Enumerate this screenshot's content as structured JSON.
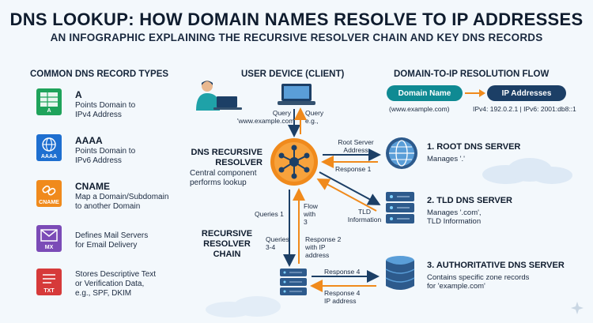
{
  "title": "DNS LOOKUP: HOW DOMAIN NAMES RESOLVE TO IP ADDRESSES",
  "subtitle": "AN INFOGRAPHIC EXPLAINING THE RECURSIVE RESOLVER CHAIN AND KEY DNS RECORDS",
  "records": {
    "heading": "COMMON DNS RECORD TYPES",
    "items": [
      {
        "name": "A",
        "icon_tag": "A",
        "desc1": "Points Domain to",
        "desc2": "IPv4 Address",
        "icon": "sheet-icon",
        "color": "#1fa35b"
      },
      {
        "name": "AAAA",
        "icon_tag": "AAAA",
        "desc1": "Points Domain to",
        "desc2": "IPv6 Address",
        "icon": "globe-icon",
        "color": "#1e6fd0"
      },
      {
        "name": "CNAME",
        "icon_tag": "CNAME",
        "desc1": "Map a Domain/Subdomain",
        "desc2": "to another Domain",
        "icon": "link-icon",
        "color": "#f08a1c"
      },
      {
        "name": "",
        "icon_tag": "MX",
        "desc1": "Defines Mail Servers",
        "desc2": "for Email Delivery",
        "icon": "envelope-icon",
        "color": "#7b4bb7"
      },
      {
        "name": "",
        "icon_tag": "TXT",
        "desc1": "Stores Descriptive Text",
        "desc2": "or Verification Data,",
        "desc3": "e.g., SPF, DKIM",
        "icon": "document-icon",
        "color": "#d63a3a"
      }
    ]
  },
  "client": {
    "heading": "USER DEVICE (CLIENT)",
    "query_left1": "Query",
    "query_left2": "'www.example.com'",
    "query_right1": "Query",
    "query_right2": "e.g.,"
  },
  "resolver": {
    "title1": "DNS RECURSIVE",
    "title2": "RESOLVER",
    "desc1": "Central component",
    "desc2": "performs lookup"
  },
  "chain": {
    "title1": "RECURSIVE",
    "title2": "RESOLVER",
    "title3": "CHAIN",
    "queries1": "Queries 1",
    "flow1": "Flow",
    "flow2": "with",
    "flow3": "3",
    "queries34a": "Queries",
    "queries34b": "3-4",
    "response2a": "Response 2",
    "response2b": "with IP",
    "response2c": "address",
    "response4a": "Response 4",
    "response4b": "Response 4",
    "response4c": "IP address"
  },
  "flow_head": {
    "heading": "DOMAIN-TO-IP RESOLUTION FLOW",
    "domain_pill": "Domain Name",
    "ip_pill": "IP Addresses",
    "domain_example": "(www.example.com)",
    "ip_example": "IPv4: 192.0.2.1 | IPv6: 2001:db8::1"
  },
  "root": {
    "title": "1. ROOT DNS SERVER",
    "sub": "Manages '.'",
    "arrow_top1": "Root Server",
    "arrow_top2": "Address",
    "arrow_bottom": "Response 1"
  },
  "tld": {
    "title": "2. TLD DNS SERVER",
    "sub1": "Manages '.com',",
    "sub2": "TLD Information",
    "arrow1": "TLD",
    "arrow2": "Information"
  },
  "auth": {
    "title": "3. AUTHORITATIVE DNS SERVER",
    "sub1": "Contains specific zone records",
    "sub2": "for 'example.com'"
  },
  "colors": {
    "navy": "#1c3f66",
    "orange": "#f08a1c",
    "teal": "#0f8a93",
    "server_blue": "#2d5a8c"
  }
}
